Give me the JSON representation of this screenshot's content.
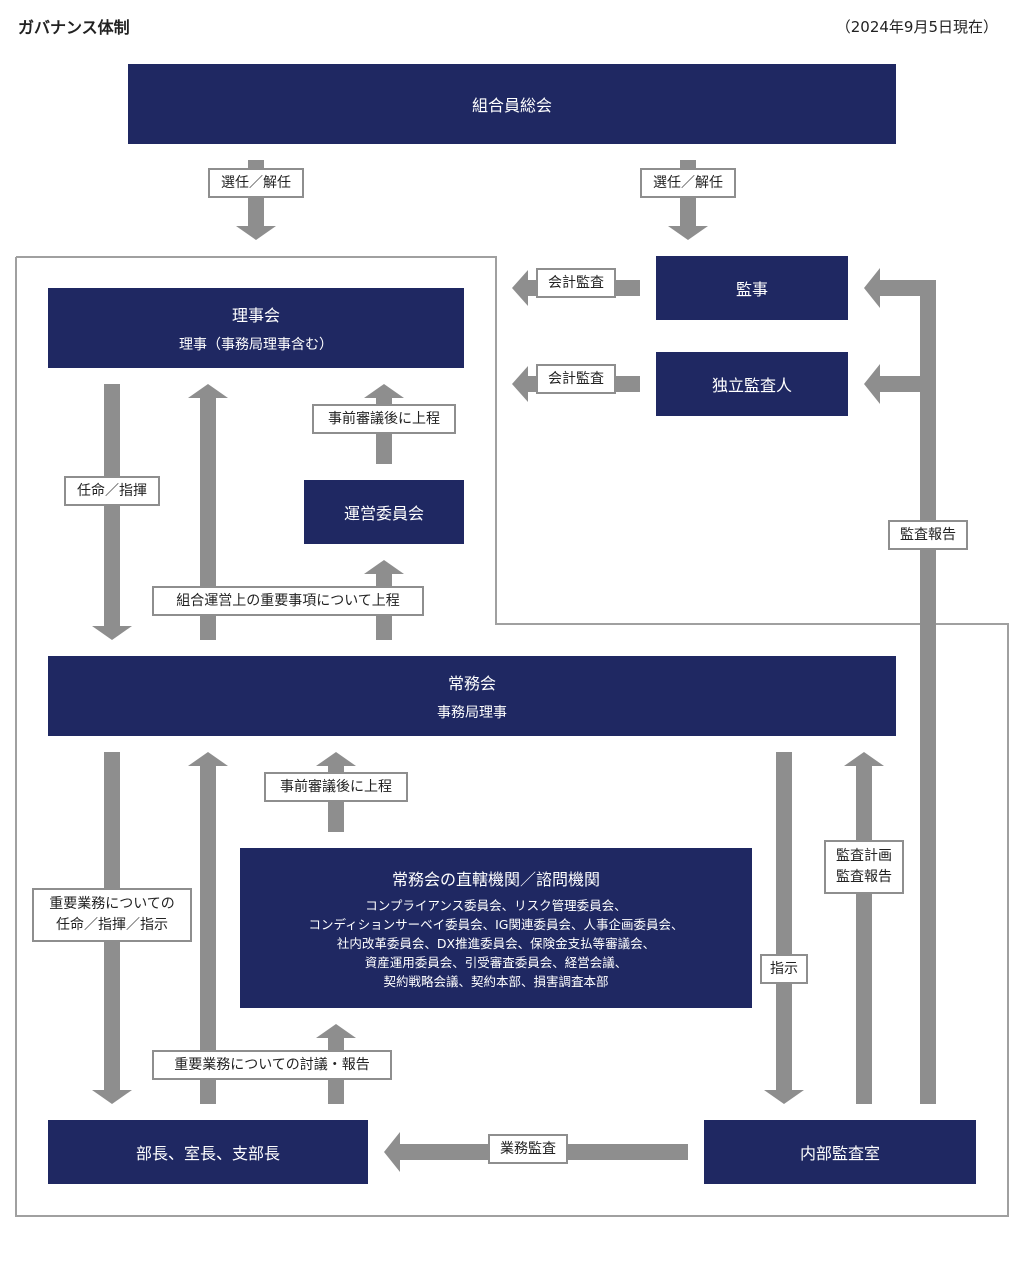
{
  "header": {
    "title": "ガバナンス体制",
    "date": "（2024年9月5日現在）"
  },
  "boxes": {
    "general_meeting": "組合員総会",
    "board": {
      "title": "理事会",
      "sub": "理事（事務局理事含む）"
    },
    "auditor": "監事",
    "independent_auditor": "独立監査人",
    "steering_committee": "運営委員会",
    "executive": {
      "title": "常務会",
      "sub": "事務局理事"
    },
    "direct_bodies": {
      "title": "常務会の直轄機関／諮問機関",
      "lines": [
        "コンプライアンス委員会、リスク管理委員会、",
        "コンディションサーベイ委員会、IG関連委員会、人事企画委員会、",
        "社内改革委員会、DX推進委員会、保険金支払等審議会、",
        "資産運用委員会、引受審査委員会、経営会議、",
        "契約戦略会議、契約本部、損害調査本部"
      ]
    },
    "managers": "部長、室長、支部長",
    "internal_audit": "内部監査室"
  },
  "labels": {
    "elect_left": "選任／解任",
    "elect_right": "選任／解任",
    "accounting_audit_1": "会計監査",
    "accounting_audit_2": "会計監査",
    "appoint_direct": "任命／指揮",
    "pre_review_1": "事前審議後に上程",
    "important_matters": "組合運営上の重要事項について上程",
    "audit_report": "監査報告",
    "pre_review_2": "事前審議後に上程",
    "important_business_1": "重要業務についての",
    "important_business_2": "任命／指揮／指示",
    "instruction": "指示",
    "audit_plan_1": "監査計画",
    "audit_plan_2": "監査報告",
    "discussion_report": "重要業務についての討議・報告",
    "business_audit": "業務監査"
  },
  "colors": {
    "navy": "#1f2862",
    "arrow": "#8e8e8e",
    "frame": "#a0a0a0"
  }
}
